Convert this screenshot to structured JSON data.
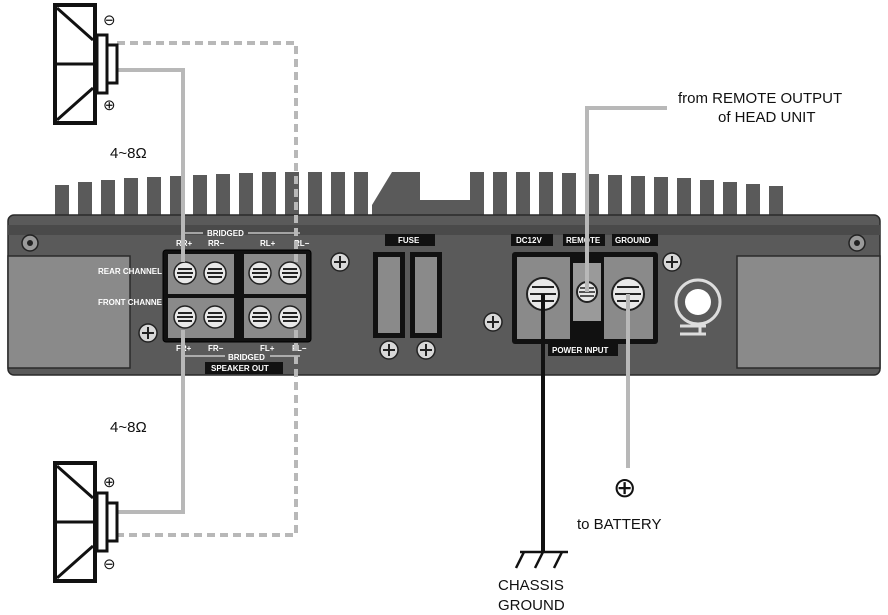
{
  "colors": {
    "amp_body": "#5a5a5a",
    "amp_dark": "#3d3d3d",
    "panel": "#8a8a8a",
    "label_bar": "#1a1a1a",
    "wire_grey": "#b8b8b8",
    "wire_black": "#111111"
  },
  "impedance": {
    "top": "4~8Ω",
    "bottom": "4~8Ω"
  },
  "speaker_out": {
    "bridged_top": "BRIDGED",
    "bridged_bottom": "BRIDGED",
    "title": "SPEAKER OUT",
    "rear_channel": "REAR CHANNEL",
    "front_channel": "FRONT CHANNEL",
    "rr_plus": "RR+",
    "rr_minus": "RR−",
    "rl_plus": "RL+",
    "rl_minus": "RL−",
    "fr_plus": "FR+",
    "fr_minus": "FR−",
    "fl_plus": "FL+",
    "fl_minus": "FL−"
  },
  "fuse": {
    "label": "FUSE"
  },
  "power_input": {
    "dc12v": "DC12V",
    "remote": "REMOTE",
    "ground": "GROUND",
    "title": "POWER INPUT"
  },
  "annotations": {
    "remote_line1": "from REMOTE OUTPUT",
    "remote_line2": "of HEAD UNIT",
    "battery_symbol": "⊕",
    "battery": "to BATTERY",
    "chassis_line1": "CHASSIS",
    "chassis_line2": "GROUND"
  },
  "polarity": {
    "minus": "⊖",
    "plus": "⊕"
  }
}
